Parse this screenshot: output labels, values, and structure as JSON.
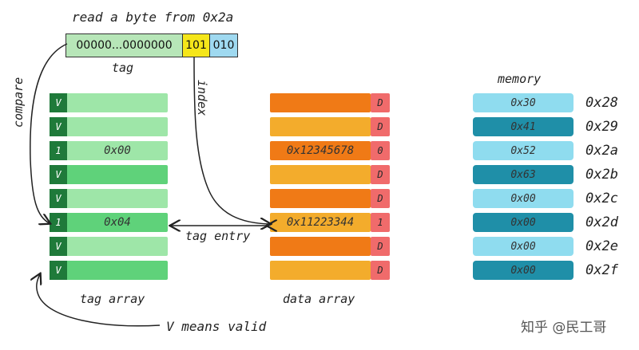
{
  "address": {
    "caption": "read a byte from 0x2a",
    "tag_bits": "00000...0000000",
    "index_bits": "101",
    "offset_bits": "010",
    "tag_label": "tag",
    "index_label": "index"
  },
  "labels": {
    "compare": "compare",
    "tag_entry": "tag entry",
    "tag_array": "tag array",
    "data_array": "data array",
    "memory": "memory",
    "valid_note": "V means valid"
  },
  "tag_array": {
    "flags": [
      "V",
      "V",
      "1",
      "V",
      "V",
      "1",
      "V",
      "V"
    ],
    "values": [
      "",
      "",
      "0x00",
      "",
      "",
      "0x04",
      "",
      ""
    ]
  },
  "data_array": {
    "values": [
      "",
      "",
      "0x12345678",
      "",
      "",
      "0x11223344",
      "",
      ""
    ],
    "flags": [
      "D",
      "D",
      "0",
      "D",
      "D",
      "1",
      "D",
      "D"
    ]
  },
  "memory": {
    "values": [
      "0x30",
      "0x41",
      "0x52",
      "0x63",
      "0x00",
      "0x00",
      "0x00",
      "0x00"
    ],
    "addresses": [
      "0x28",
      "0x29",
      "0x2a",
      "0x2b",
      "0x2c",
      "0x2d",
      "0x2e",
      "0x2f"
    ]
  },
  "watermark": "知乎 @民工哥",
  "colors": {
    "tag_bits": "#b7e6b8",
    "index_bits": "#f5e61a",
    "offset_bits": "#9fd9f0",
    "tag_flag": "#1f7a3a",
    "tag_light": "#9ee6a8",
    "tag_mid": "#5fd27a",
    "data_orange": "#f07a16",
    "data_amber": "#f3ac2c",
    "data_flag": "#f06b6b",
    "mem_light": "#8fdcef",
    "mem_dark": "#1f8fa8"
  }
}
